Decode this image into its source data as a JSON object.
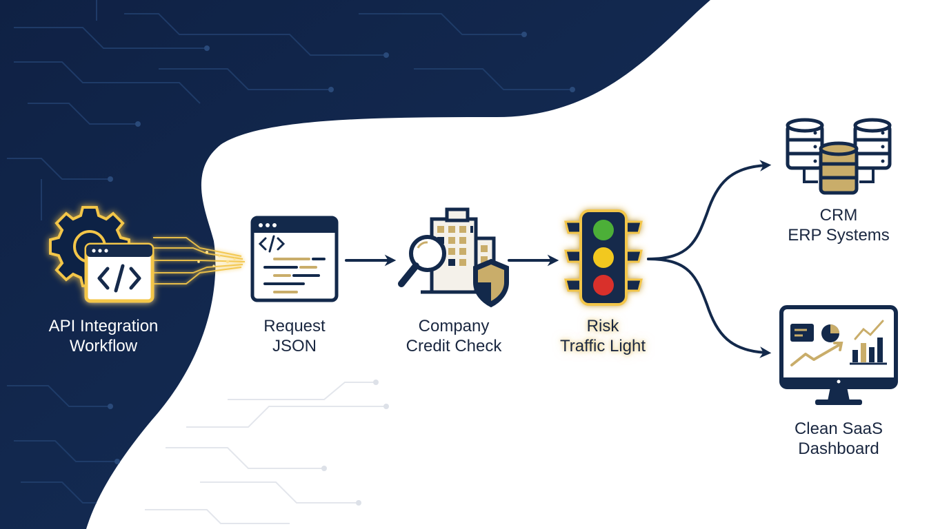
{
  "diagram": {
    "colors": {
      "navy": "#13294b",
      "navy_dark": "#0c1c38",
      "gold": "#c9ad6a",
      "gold_glow": "#f3c64a",
      "cream": "#f4f1ea",
      "light_red": "#d9302b",
      "light_yellow": "#f2c81f",
      "light_green": "#4caf38"
    },
    "nodes": {
      "api": {
        "line1": "API Integration",
        "line2": "Workflow",
        "icon": "gear-code-window-icon"
      },
      "request": {
        "line1": "Request",
        "line2": "JSON",
        "icon": "code-window-icon"
      },
      "credit": {
        "line1": "Company",
        "line2": "Credit Check",
        "icon": "building-magnifier-shield-icon"
      },
      "risk": {
        "line1": "Risk",
        "line2": "Traffic Light",
        "icon": "traffic-light-icon"
      },
      "crm": {
        "line1": "CRM",
        "line2": "ERP Systems",
        "icon": "database-cluster-icon"
      },
      "dashboard": {
        "line1": "Clean SaaS",
        "line2": "Dashboard",
        "icon": "monitor-dashboard-icon"
      }
    },
    "edges": [
      {
        "from": "api",
        "to": "request"
      },
      {
        "from": "request",
        "to": "credit"
      },
      {
        "from": "credit",
        "to": "risk"
      },
      {
        "from": "risk",
        "to": "crm"
      },
      {
        "from": "risk",
        "to": "dashboard"
      }
    ]
  }
}
